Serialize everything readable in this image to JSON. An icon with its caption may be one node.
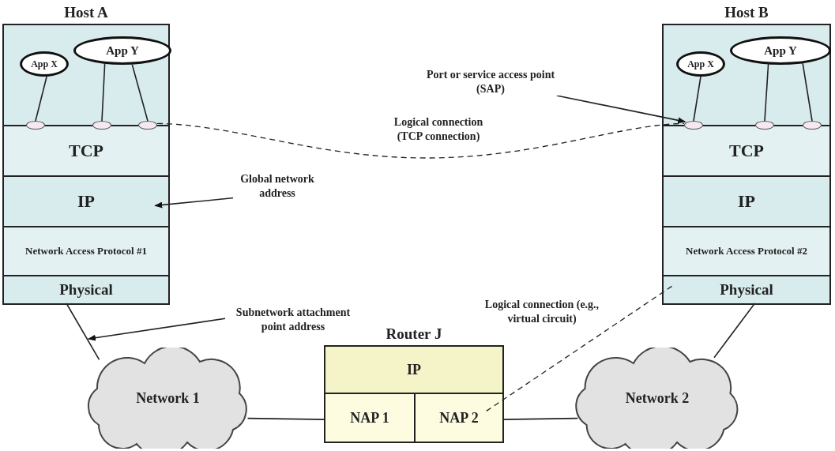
{
  "diagram": {
    "nodes": [
      {
        "text": [
          "Host A"
        ]
      },
      {
        "text": [
          "App X"
        ],
        "in": 0
      },
      {
        "text": [
          "App Y"
        ],
        "in": 0
      },
      {
        "text": [],
        "shape": "ellipse",
        "in": 0
      },
      {
        "text": [],
        "shape": "ellipse",
        "in": 0
      },
      {
        "text": [],
        "shape": "ellipse",
        "in": 0
      },
      {
        "text": [
          "TCP"
        ],
        "in": 0
      },
      {
        "text": [
          "IP"
        ],
        "in": 0
      },
      {
        "text": [
          "Network Access Protocol #1"
        ],
        "in": 0
      },
      {
        "text": [
          "Physical"
        ],
        "in": 0
      },
      {
        "text": [
          "Host B"
        ]
      },
      {
        "text": [
          "App X"
        ],
        "in": 10
      },
      {
        "text": [
          "App Y"
        ],
        "in": 10
      },
      {
        "text": [],
        "shape": "ellipse",
        "in": 10
      },
      {
        "text": [],
        "shape": "ellipse",
        "in": 10
      },
      {
        "text": [],
        "shape": "ellipse",
        "in": 10
      },
      {
        "text": [
          "TCP"
        ],
        "in": 10
      },
      {
        "text": [
          "IP"
        ],
        "in": 10
      },
      {
        "text": [
          "Network Access Protocol #2"
        ],
        "in": 10
      },
      {
        "text": [
          "Physical"
        ],
        "in": 10
      },
      {
        "text": [
          "Router J"
        ]
      },
      {
        "text": [
          "IP"
        ],
        "in": 20
      },
      {
        "text": [
          "NAP 1"
        ],
        "in": 20
      },
      {
        "text": [
          "NAP 2"
        ],
        "in": 20
      },
      {
        "text": [
          "Network 1"
        ]
      },
      {
        "text": [
          "Network 2"
        ]
      },
      {
        "text": [
          "Port or service access point (SAP)"
        ]
      },
      {
        "text": [
          "Global network address"
        ]
      },
      {
        "text": [
          "Subnetwork attachment point address"
        ]
      }
    ],
    "edges": [
      {
        "from": 1,
        "to": 3,
        "arrow": "none"
      },
      {
        "from": 2,
        "to": 4,
        "arrow": "none"
      },
      {
        "from": 2,
        "to": 5,
        "arrow": "none"
      },
      {
        "from": 11,
        "to": 13,
        "arrow": "none"
      },
      {
        "from": 12,
        "to": 14,
        "arrow": "none"
      },
      {
        "from": 12,
        "to": 15,
        "arrow": "none"
      },
      {
        "from": 5,
        "to": 13,
        "arrow": "none",
        "style": "dashed",
        "label": "Logical connection (TCP connection)"
      },
      {
        "from": 26,
        "to": 13,
        "arrow": "to"
      },
      {
        "from": 27,
        "to": 7,
        "arrow": "to"
      },
      {
        "from": 28,
        "to": null,
        "arrow": "to"
      },
      {
        "from": 9,
        "to": 24,
        "arrow": "none"
      },
      {
        "from": 19,
        "to": 25,
        "arrow": "none"
      },
      {
        "from": 24,
        "to": 22,
        "arrow": "none"
      },
      {
        "from": 23,
        "to": 25,
        "arrow": "none"
      },
      {
        "from": 19,
        "to": 23,
        "arrow": "none",
        "style": "dashed",
        "label": "Logical connection (e.g., virtual circuit)"
      }
    ]
  }
}
